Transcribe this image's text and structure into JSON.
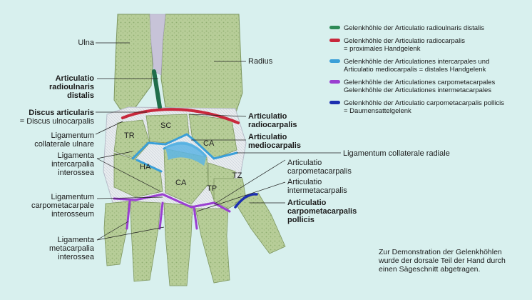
{
  "labels_left": {
    "ulna": "Ulna",
    "art_radioulnaris": [
      "Articulatio",
      "radioulnaris",
      "distalis"
    ],
    "discus": [
      "Discus articularis",
      "= Discus ulnocarpalis"
    ],
    "lig_coll_ulnare": [
      "Ligamentum",
      "collaterale ulnare"
    ],
    "lig_intercarpalia": [
      "Ligamenta",
      "intercarpalia",
      "interossea"
    ],
    "lig_carpometacarpale": [
      "Ligamentum",
      "carpometacarpale",
      "interosseum"
    ],
    "lig_metacarpalia": [
      "Ligamenta",
      "metacarpalia",
      "interossea"
    ]
  },
  "labels_right": {
    "radius": "Radius",
    "art_radiocarpalis": [
      "Articulatio",
      "radiocarpalis"
    ],
    "art_mediocarpalis": [
      "Articulatio",
      "mediocarpalis"
    ],
    "lig_coll_radiale": "Ligamentum collaterale radiale",
    "art_carpometacarpalis": [
      "Articulatio",
      "carpometacarpalis"
    ],
    "art_intermetacarpalis": [
      "Articulatio",
      "intermetacarpalis"
    ],
    "art_cmc_pollicis": [
      "Articulatio",
      "carpometacarpalis",
      "pollicis"
    ]
  },
  "bones": {
    "tr": "TR",
    "sc": "SC",
    "ca_top": "CA",
    "ha": "HA",
    "ca": "CA",
    "tz": "TZ",
    "tp": "TP"
  },
  "legend": [
    {
      "color": "#2e8b57",
      "lines": [
        "Gelenkhöhle der Articulatio radioulnaris distalis"
      ]
    },
    {
      "color": "#c8283c",
      "lines": [
        "Gelenkhöhle der Articulatio radiocarpalis",
        "= proximales Handgelenk"
      ]
    },
    {
      "color": "#3a9fd8",
      "lines": [
        "Gelenkhöhle der Articulationes intercarpales und",
        "Articulatio mediocarpalis = distales Handgelenk"
      ]
    },
    {
      "color": "#9a3fd0",
      "lines": [
        "Gelenkhöhle der Articulationes carpometacarpales",
        "Gelenkhöhle der Articulationes intermetacarpales"
      ]
    },
    {
      "color": "#1c2fb0",
      "lines": [
        "Gelenkhöhle der Articulatio carpometacarpalis pollicis",
        "= Daumensattelgelenk"
      ]
    }
  ],
  "note": [
    "Zur Demonstration der Gelenkhöhlen",
    "wurde der dorsale Teil der Hand durch",
    "einen Sägeschnitt abgetragen."
  ],
  "colors": {
    "background": "#d8f0ee",
    "bone": "#b9cf9a",
    "radioulnar": "#2e8b57",
    "radiocarpal": "#c8283c",
    "midcarpal": "#3a9fd8",
    "carpometacarpal": "#9a3fd0",
    "thumb": "#1c2fb0"
  }
}
